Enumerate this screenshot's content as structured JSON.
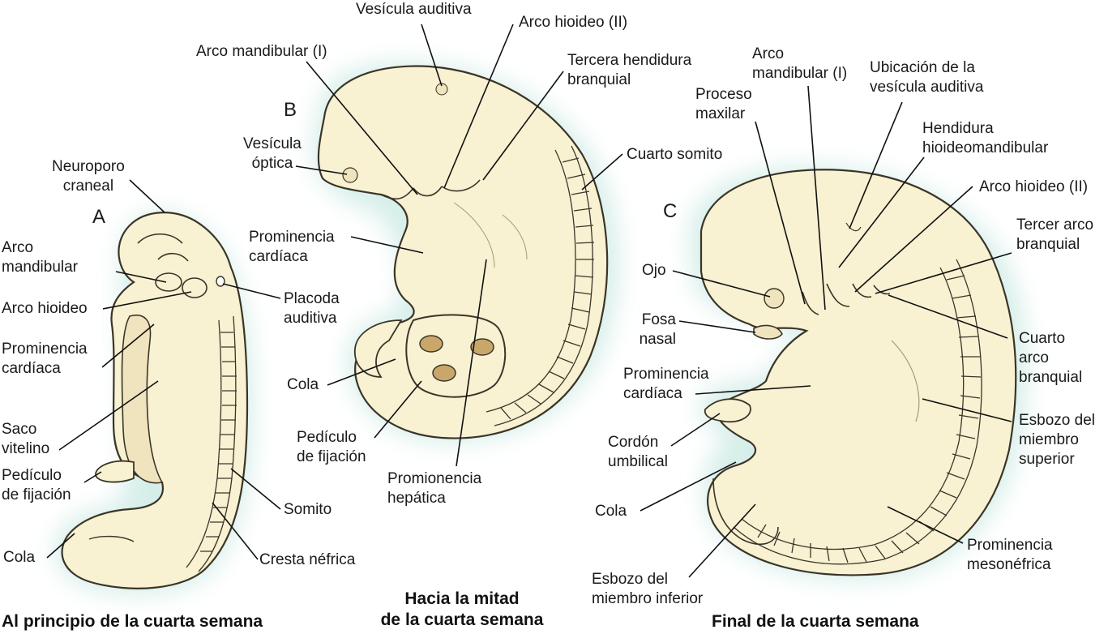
{
  "panels": {
    "a": {
      "letter": "A",
      "caption": "Al principio de la cuarta semana",
      "labels": {
        "neuroporo_l1": "Neuroporo",
        "neuroporo_l2": "craneal",
        "mandibular_l1": "Arco",
        "mandibular_l2": "mandibular",
        "hioideo": "Arco hioideo",
        "placoda_l1": "Placoda",
        "placoda_l2": "auditiva",
        "cardiaca_l1": "Prominencia",
        "cardiaca_l2": "cardíaca",
        "saco_l1": "Saco",
        "saco_l2": "vitelino",
        "pediculo_l1": "Pedículo",
        "pediculo_l2": "de fijación",
        "somito": "Somito",
        "cola": "Cola",
        "cresta": "Cresta néfrica"
      }
    },
    "b": {
      "letter": "B",
      "caption_l1": "Hacia la mitad",
      "caption_l2": "de la cuarta semana",
      "labels": {
        "vesicula_auditiva": "Vesícula auditiva",
        "hioideo": "Arco hioideo (II)",
        "mandibular": "Arco mandibular (I)",
        "tercera_l1": "Tercera hendidura",
        "tercera_l2": "branquial",
        "optica_l1": "Vesícula",
        "optica_l2": "óptica",
        "cuarto_somito": "Cuarto somito",
        "cardiaca_l1": "Prominencia",
        "cardiaca_l2": "cardíaca",
        "cola": "Cola",
        "pediculo_l1": "Pedículo",
        "pediculo_l2": "de fijación",
        "hepatica_l1": "Promionencia",
        "hepatica_l2": "hepática"
      }
    },
    "c": {
      "letter": "C",
      "caption": "Final de la cuarta semana",
      "labels": {
        "mandibular_l1": "Arco",
        "mandibular_l2": "mandibular (I)",
        "ubicacion_l1": "Ubicación de la",
        "ubicacion_l2": "vesícula auditiva",
        "maxilar_l1": "Proceso",
        "maxilar_l2": "maxilar",
        "hendidura_l1": "Hendidura",
        "hendidura_l2": "hioideomandibular",
        "hioideo": "Arco hioideo (II)",
        "tercer_l1": "Tercer arco",
        "tercer_l2": "branquial",
        "ojo": "Ojo",
        "fosa_l1": "Fosa",
        "fosa_l2": "nasal",
        "cuarto_l1": "Cuarto",
        "cuarto_l2": "arco",
        "cuarto_l3": "branquial",
        "cardiaca_l1": "Prominencia",
        "cardiaca_l2": "cardíaca",
        "cordon_l1": "Cordón",
        "cordon_l2": "umbilical",
        "superior_l1": "Esbozo del",
        "superior_l2": "miembro",
        "superior_l3": "superior",
        "cola": "Cola",
        "mesonefrica_l1": "Prominencia",
        "mesonefrica_l2": "mesonéfrica",
        "inferior_l1": "Esbozo del",
        "inferior_l2": "miembro inferior"
      }
    }
  },
  "colors": {
    "embryo_fill": "#f8f1d2",
    "embryo_shade": "#efe4bd",
    "outline": "#3a3528",
    "glow": "#c9e9e2",
    "leader": "#111111"
  }
}
